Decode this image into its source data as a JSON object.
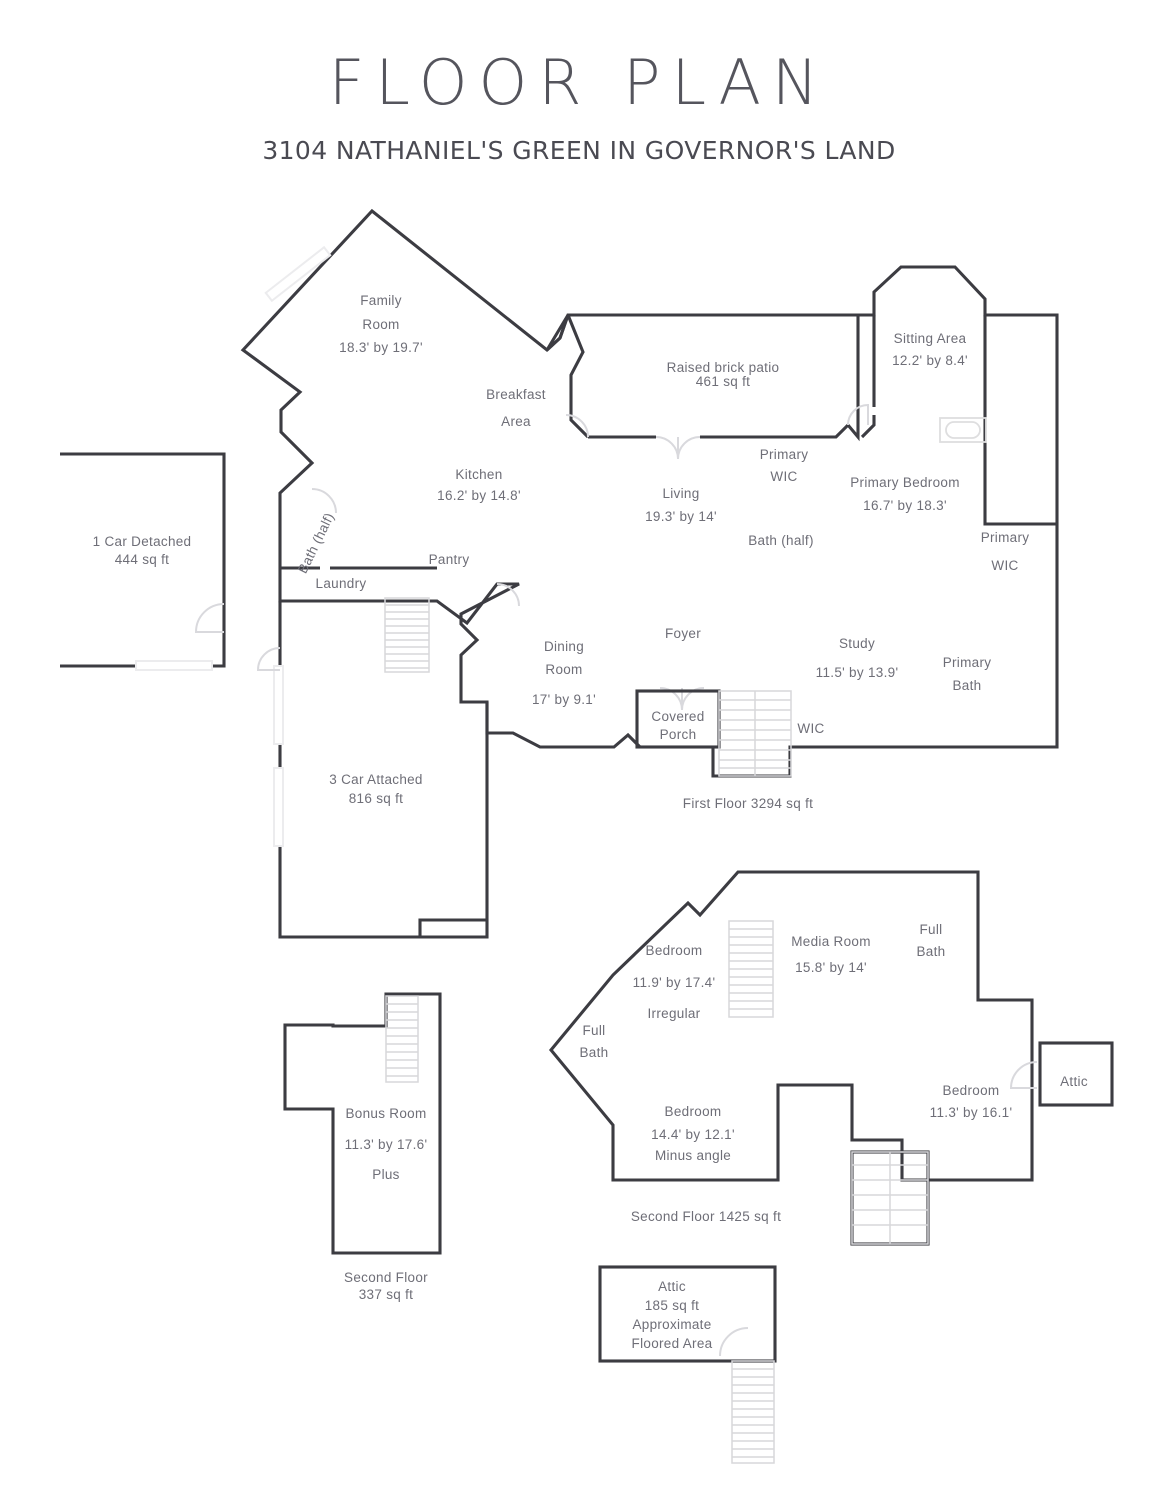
{
  "header": {
    "title": "FLOOR PLAN",
    "subtitle": "3104 NATHANIEL'S GREEN IN GOVERNOR'S LAND"
  },
  "colors": {
    "wall": "#3c3c42",
    "text": "#6e6e77",
    "door": "#d9d9dd",
    "stair": "#d7d7da",
    "background": "#ffffff"
  },
  "first_floor": {
    "area_note": "First Floor 3294 sq ft",
    "rooms": [
      {
        "name": "Family Room",
        "line1": "Family",
        "line2": "Room",
        "dim": "18.3' by 19.7'"
      },
      {
        "name": "Breakfast Area",
        "line1": "Breakfast",
        "line2": "Area",
        "dim": ""
      },
      {
        "name": "Kitchen",
        "line1": "Kitchen",
        "line2": "",
        "dim": "16.2' by 14.8'"
      },
      {
        "name": "Bath (half)",
        "line1": "Bath (half)",
        "line2": "",
        "dim": ""
      },
      {
        "name": "Laundry",
        "line1": "Laundry",
        "line2": "",
        "dim": ""
      },
      {
        "name": "Pantry",
        "line1": "Pantry",
        "line2": "",
        "dim": ""
      },
      {
        "name": "Raised brick patio",
        "line1": "Raised brick patio",
        "line2": "461 sq ft",
        "dim": ""
      },
      {
        "name": "Living",
        "line1": "Living",
        "line2": "",
        "dim": "19.3' by 14'"
      },
      {
        "name": "Sitting Area",
        "line1": "Sitting Area",
        "line2": "",
        "dim": "12.2' by 8.4'"
      },
      {
        "name": "Primary WIC upper",
        "line1": "Primary",
        "line2": "WIC",
        "dim": ""
      },
      {
        "name": "Primary Bedroom",
        "line1": "Primary Bedroom",
        "line2": "",
        "dim": "16.7' by 18.3'"
      },
      {
        "name": "Bath (half) 2",
        "line1": "Bath (half)",
        "line2": "",
        "dim": ""
      },
      {
        "name": "Primary WIC right",
        "line1": "Primary",
        "line2": "WIC",
        "dim": ""
      },
      {
        "name": "Dining Room",
        "line1": "Dining",
        "line2": "Room",
        "dim": "17' by 9.1'"
      },
      {
        "name": "Foyer",
        "line1": "Foyer",
        "line2": "",
        "dim": ""
      },
      {
        "name": "Study",
        "line1": "Study",
        "line2": "",
        "dim": "11.5' by 13.9'"
      },
      {
        "name": "Primary Bath",
        "line1": "Primary",
        "line2": "Bath",
        "dim": ""
      },
      {
        "name": "Covered Porch",
        "line1": "Covered",
        "line2": "Porch",
        "dim": ""
      },
      {
        "name": "WIC",
        "line1": "WIC",
        "line2": "",
        "dim": ""
      }
    ],
    "labels": {
      "family_room_l1": "Family",
      "family_room_l2": "Room",
      "family_room_dim": "18.3' by 19.7'",
      "breakfast_l1": "Breakfast",
      "breakfast_l2": "Area",
      "kitchen": "Kitchen",
      "kitchen_dim": "16.2' by 14.8'",
      "bath_half_left": "Bath (half)",
      "laundry": "Laundry",
      "pantry": "Pantry",
      "patio_l1": "Raised brick patio",
      "patio_l2": "461 sq ft",
      "living": "Living",
      "living_dim": "19.3' by 14'",
      "sitting_area": "Sitting Area",
      "sitting_area_dim": "12.2' by 8.4'",
      "primary_wic_top_l1": "Primary",
      "primary_wic_top_l2": "WIC",
      "primary_bedroom": "Primary Bedroom",
      "primary_bedroom_dim": "16.7' by 18.3'",
      "bath_half_right": "Bath (half)",
      "primary_wic_right_l1": "Primary",
      "primary_wic_right_l2": "WIC",
      "dining_l1": "Dining",
      "dining_l2": "Room",
      "dining_dim": "17' by 9.1'",
      "foyer": "Foyer",
      "study": "Study",
      "study_dim": "11.5' by 13.9'",
      "primary_bath_l1": "Primary",
      "primary_bath_l2": "Bath",
      "covered_porch_l1": "Covered",
      "covered_porch_l2": "Porch",
      "wic": "WIC",
      "first_floor_area": "First Floor 3294 sq ft"
    }
  },
  "garages": {
    "detached_l1": "1 Car Detached",
    "detached_l2": "444 sq ft",
    "attached_l1": "3 Car Attached",
    "attached_l2": "816 sq ft"
  },
  "second_floor_main": {
    "area_note": "Second Floor 1425 sq ft",
    "labels": {
      "bedroom_nw": "Bedroom",
      "bedroom_nw_dim": "11.9' by 17.4'",
      "bedroom_nw_note": "Irregular",
      "media_room": "Media Room",
      "media_room_dim": "15.8' by 14'",
      "full_bath_ne_l1": "Full",
      "full_bath_ne_l2": "Bath",
      "full_bath_w_l1": "Full",
      "full_bath_w_l2": "Bath",
      "bedroom_s": "Bedroom",
      "bedroom_s_dim": "14.4' by 12.1'",
      "bedroom_s_note": "Minus angle",
      "bedroom_e": "Bedroom",
      "bedroom_e_dim": "11.3' by 16.1'",
      "attic_small": "Attic",
      "area_note": "Second Floor 1425 sq ft"
    }
  },
  "bonus_room": {
    "labels": {
      "name": "Bonus Room",
      "dim": "11.3' by 17.6'",
      "note": "Plus",
      "area_l1": "Second Floor",
      "area_l2": "337 sq ft"
    }
  },
  "attic_block": {
    "labels": {
      "l1": "Attic",
      "l2": "185 sq ft",
      "l3": "Approximate",
      "l4": "Floored Area"
    }
  }
}
